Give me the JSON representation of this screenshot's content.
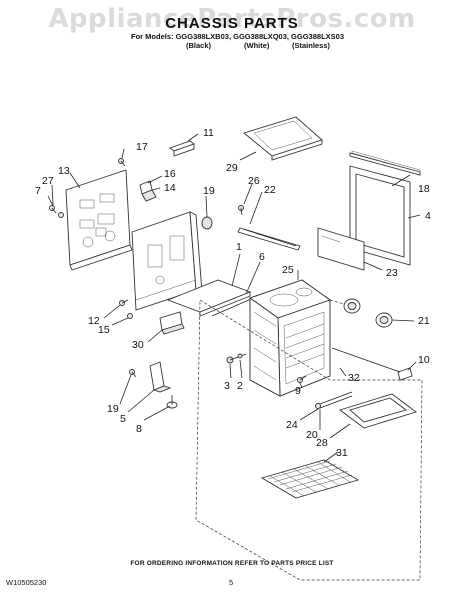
{
  "watermark": "AppliancePartsPros.com",
  "header": {
    "title": "CHASSIS PARTS",
    "models_line": "For Models: GGG388LXB03, GGG388LXQ03, GGG388LXS03",
    "finishes": [
      "(Black)",
      "(White)",
      "(Stainless)"
    ]
  },
  "callouts": {
    "c1": "1",
    "c2": "2",
    "c3": "3",
    "c4": "4",
    "c5": "5",
    "c6": "6",
    "c7": "7",
    "c8": "8",
    "c9": "9",
    "c10": "10",
    "c11": "11",
    "c12": "12",
    "c13": "13",
    "c14": "14",
    "c15": "15",
    "c16": "16",
    "c17": "17",
    "c18": "18",
    "c19a": "19",
    "c19b": "19",
    "c20": "20",
    "c21": "21",
    "c22": "22",
    "c23": "23",
    "c24": "24",
    "c25": "25",
    "c26": "26",
    "c27": "27",
    "c28": "28",
    "c29": "29",
    "c30": "30",
    "c31": "31",
    "c32": "32"
  },
  "footer": {
    "note": "FOR ORDERING INFORMATION REFER TO PARTS PRICE LIST",
    "doc_id": "W10505230",
    "page": "5"
  }
}
